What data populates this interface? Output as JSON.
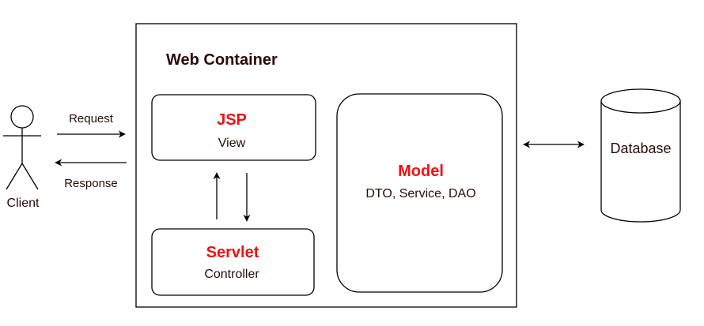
{
  "container": {
    "title": "Web Container"
  },
  "components": {
    "jsp": {
      "title": "JSP",
      "subtitle": "View"
    },
    "servlet": {
      "title": "Servlet",
      "subtitle": "Controller"
    },
    "model": {
      "title": "Model",
      "subtitle": "DTO, Service, DAO"
    }
  },
  "client": {
    "label": "Client",
    "icon": "stick-figure-actor-icon"
  },
  "edges": {
    "request": "Request",
    "response": "Response"
  },
  "database": {
    "label": "Database",
    "icon": "cylinder-database-icon"
  },
  "colors": {
    "component_title": "#ee1111",
    "text": "#2b0a0a",
    "stroke": "#000000"
  }
}
